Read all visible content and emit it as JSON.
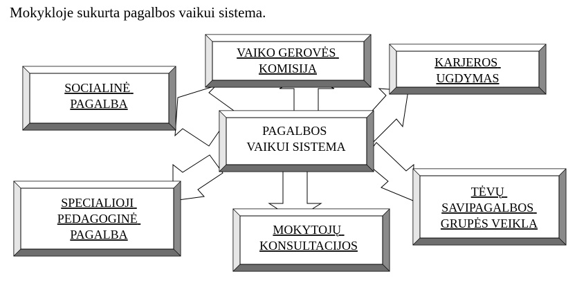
{
  "heading": "Mokykloje sukurta pagalbos vaikui sistema.",
  "center": {
    "lines": [
      "PAGALBOS",
      "VAIKUI SISTEMA"
    ]
  },
  "boxes": [
    {
      "id": "vaiko-geroves-komisija",
      "lines": [
        "VAIKO GEROVĖS",
        "KOMISIJA"
      ]
    },
    {
      "id": "karjeros-ugdymas",
      "lines": [
        "KARJEROS",
        "UGDYMAS"
      ]
    },
    {
      "id": "socialine-pagalba",
      "lines": [
        "SOCIALINĖ",
        "PAGALBA"
      ]
    },
    {
      "id": "specialioji-pedagogine-pagalba",
      "lines": [
        "SPECIALIOJI",
        "PEDAGOGINĖ",
        "PAGALBA"
      ]
    },
    {
      "id": "mokytoju-konsultacijos",
      "lines": [
        "MOKYTOJŲ",
        "KONSULTACIJOS"
      ]
    },
    {
      "id": "tevu-savipagalbos-grupes-veikla",
      "lines": [
        "TĖVŲ",
        "SAVIPAGALBOS",
        "GRUPĖS VEIKLA"
      ]
    }
  ],
  "colors": {
    "bevel_light": "#ffffff",
    "bevel_mid": "#d4d4d4",
    "bevel_dark": "#9a9a9a",
    "bevel_darker": "#6e6e6e",
    "arrow_fill": "#ffffff",
    "stroke": "#000000"
  }
}
